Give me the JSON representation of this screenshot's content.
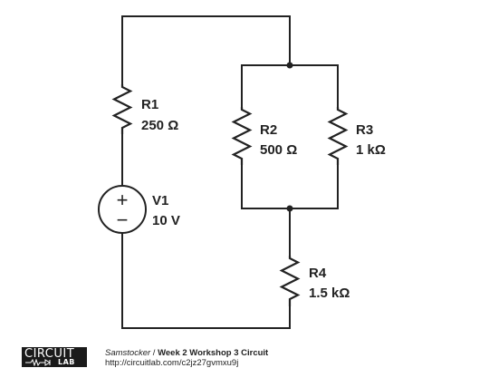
{
  "components": {
    "r1": {
      "name": "R1",
      "value": "250 Ω"
    },
    "r2": {
      "name": "R2",
      "value": "500 Ω"
    },
    "r3": {
      "name": "R3",
      "value": "1 kΩ"
    },
    "r4": {
      "name": "R4",
      "value": "1.5 kΩ"
    },
    "v1": {
      "name": "V1",
      "value": "10 V"
    }
  },
  "source_symbols": {
    "plus": "+",
    "minus": "−"
  },
  "footer": {
    "logo_word": "CIRCUIT",
    "logo_sub": "LAB",
    "author": "Samstocker",
    "separator": " / ",
    "title": "Week 2 Workshop 3 Circuit",
    "url": "http://circuitlab.com/c2jz27gvmxu9j"
  }
}
